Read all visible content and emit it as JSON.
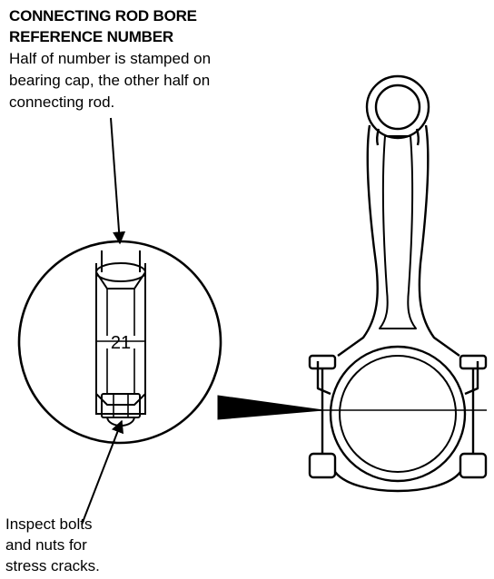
{
  "callouts": {
    "bore_reference": {
      "title_lines": [
        "CONNECTING ROD BORE",
        "REFERENCE NUMBER"
      ],
      "description_lines": [
        "Half of number is stamped on",
        "bearing cap, the other half on",
        "connecting rod."
      ]
    },
    "bolts": {
      "lines": [
        "Inspect bolts",
        "and nuts for",
        "stress cracks."
      ]
    }
  },
  "detail": {
    "stamp_number": "21"
  },
  "colors": {
    "ink": "#000000",
    "paper": "#ffffff"
  }
}
